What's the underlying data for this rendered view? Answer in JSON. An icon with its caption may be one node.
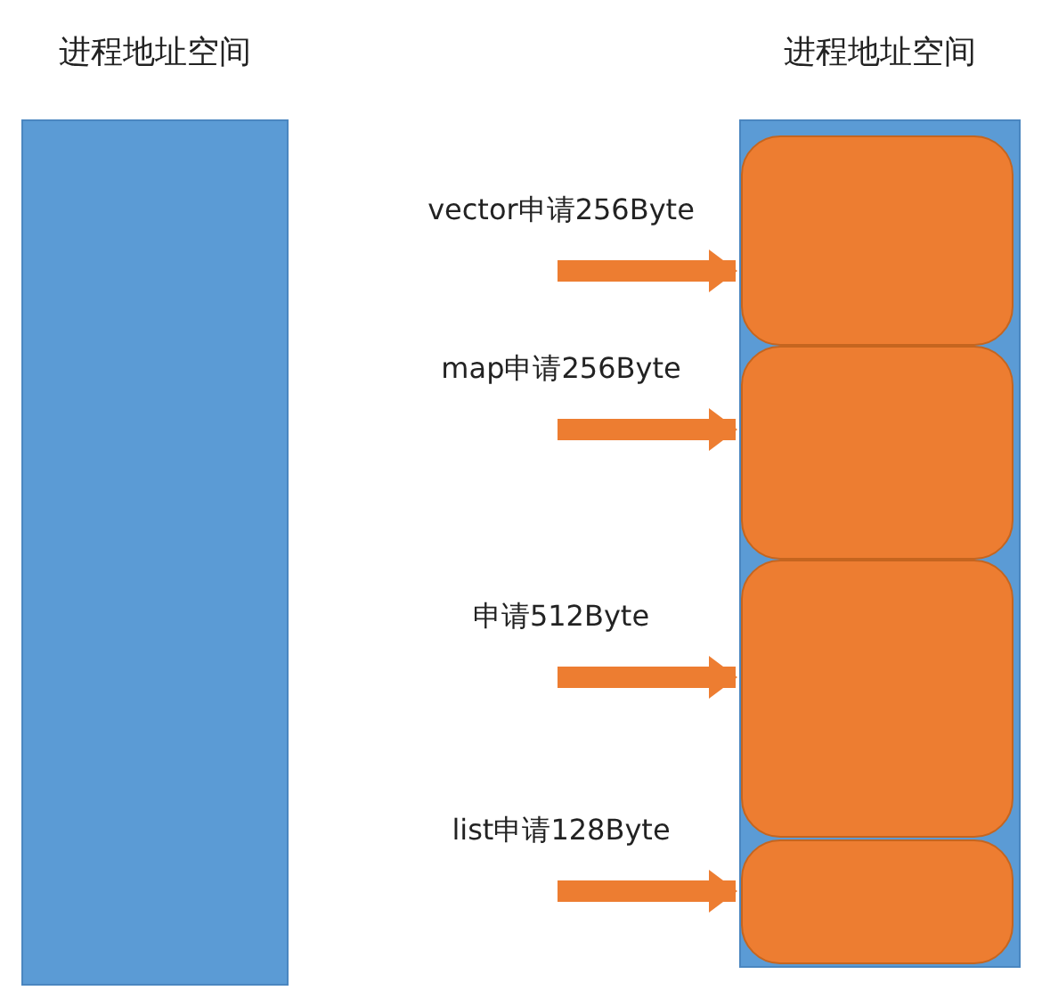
{
  "diagram": {
    "nodes": [
      {
        "text": [
          "进程地址空间"
        ]
      },
      {
        "text": [
          "进程地址空间"
        ]
      },
      {
        "text": [],
        "shape": "box",
        "in": 1
      },
      {
        "text": [],
        "shape": "box",
        "in": 1
      },
      {
        "text": [],
        "shape": "box",
        "in": 1
      },
      {
        "text": [],
        "shape": "box",
        "in": 1
      }
    ],
    "edges": [
      {
        "from": null,
        "to": 2,
        "arrow": "to",
        "label": "vector申请256Byte"
      },
      {
        "from": null,
        "to": 3,
        "arrow": "to",
        "label": "map申请256Byte"
      },
      {
        "from": null,
        "to": 4,
        "arrow": "to",
        "label": "申请512Byte"
      },
      {
        "from": null,
        "to": 5,
        "arrow": "to",
        "label": "list申请128Byte"
      }
    ]
  }
}
